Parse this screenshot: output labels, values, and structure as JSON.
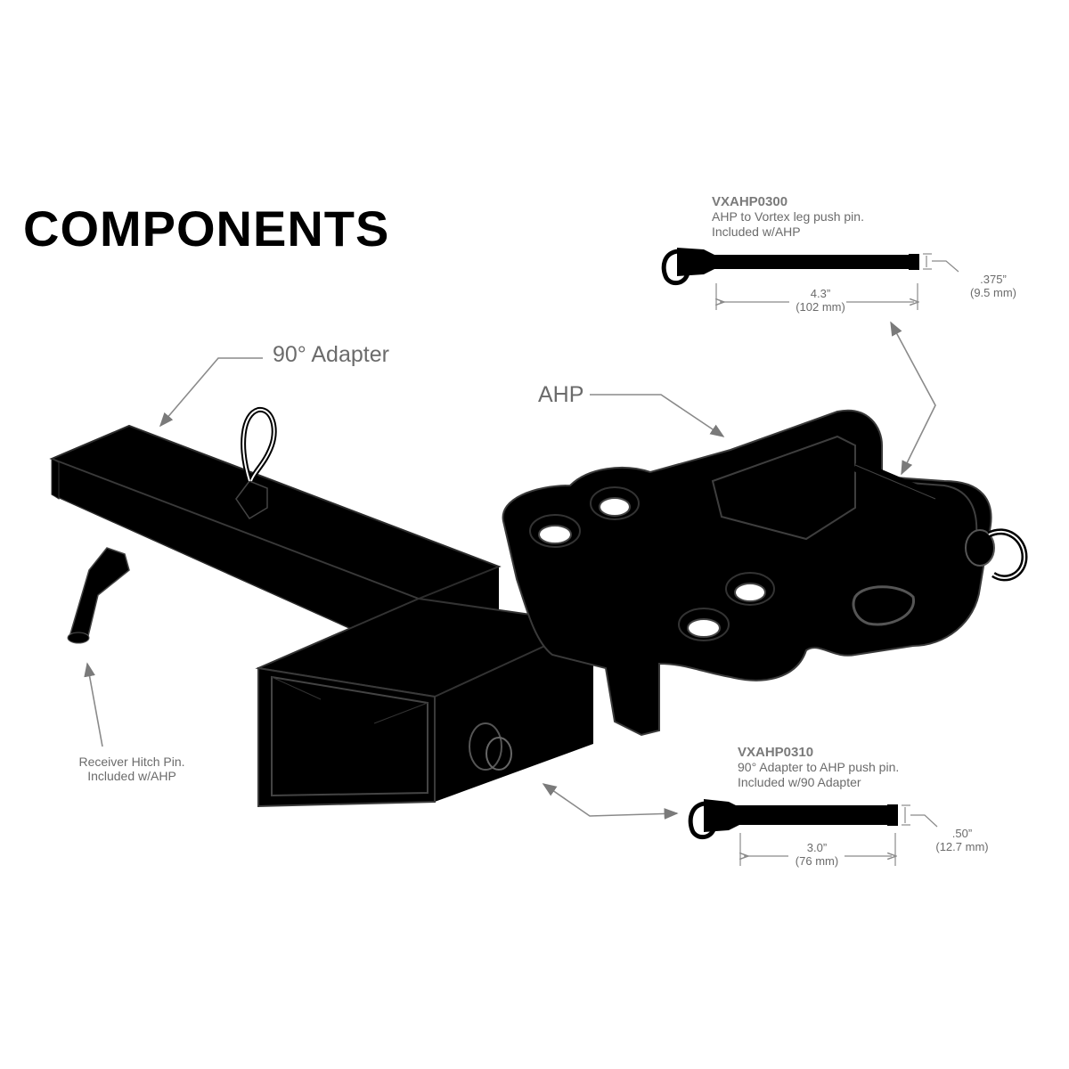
{
  "title": "COMPONENTS",
  "labels": {
    "adapter": "90° Adapter",
    "ahp": "AHP",
    "receiver_pin_line1": "Receiver Hitch Pin.",
    "receiver_pin_line2": "Included w/AHP"
  },
  "pin_top": {
    "code": "VXAHP0300",
    "desc_line1": "AHP to Vortex leg push pin.",
    "desc_line2": "Included w/AHP",
    "length_in": "4.3”",
    "length_mm": "(102 mm)",
    "diameter_in": ".375”",
    "diameter_mm": "(9.5 mm)"
  },
  "pin_bottom": {
    "code": "VXAHP0310",
    "desc_line1": "90° Adapter to AHP push pin.",
    "desc_line2": "Included w/90 Adapter",
    "length_in": "3.0”",
    "length_mm": "(76 mm)",
    "diameter_in": ".50”",
    "diameter_mm": "(12.7 mm)"
  },
  "colors": {
    "part": "#000000",
    "outline": "#ffffff",
    "annotation": "#6b6b6b",
    "leader": "#8a8a8a"
  }
}
